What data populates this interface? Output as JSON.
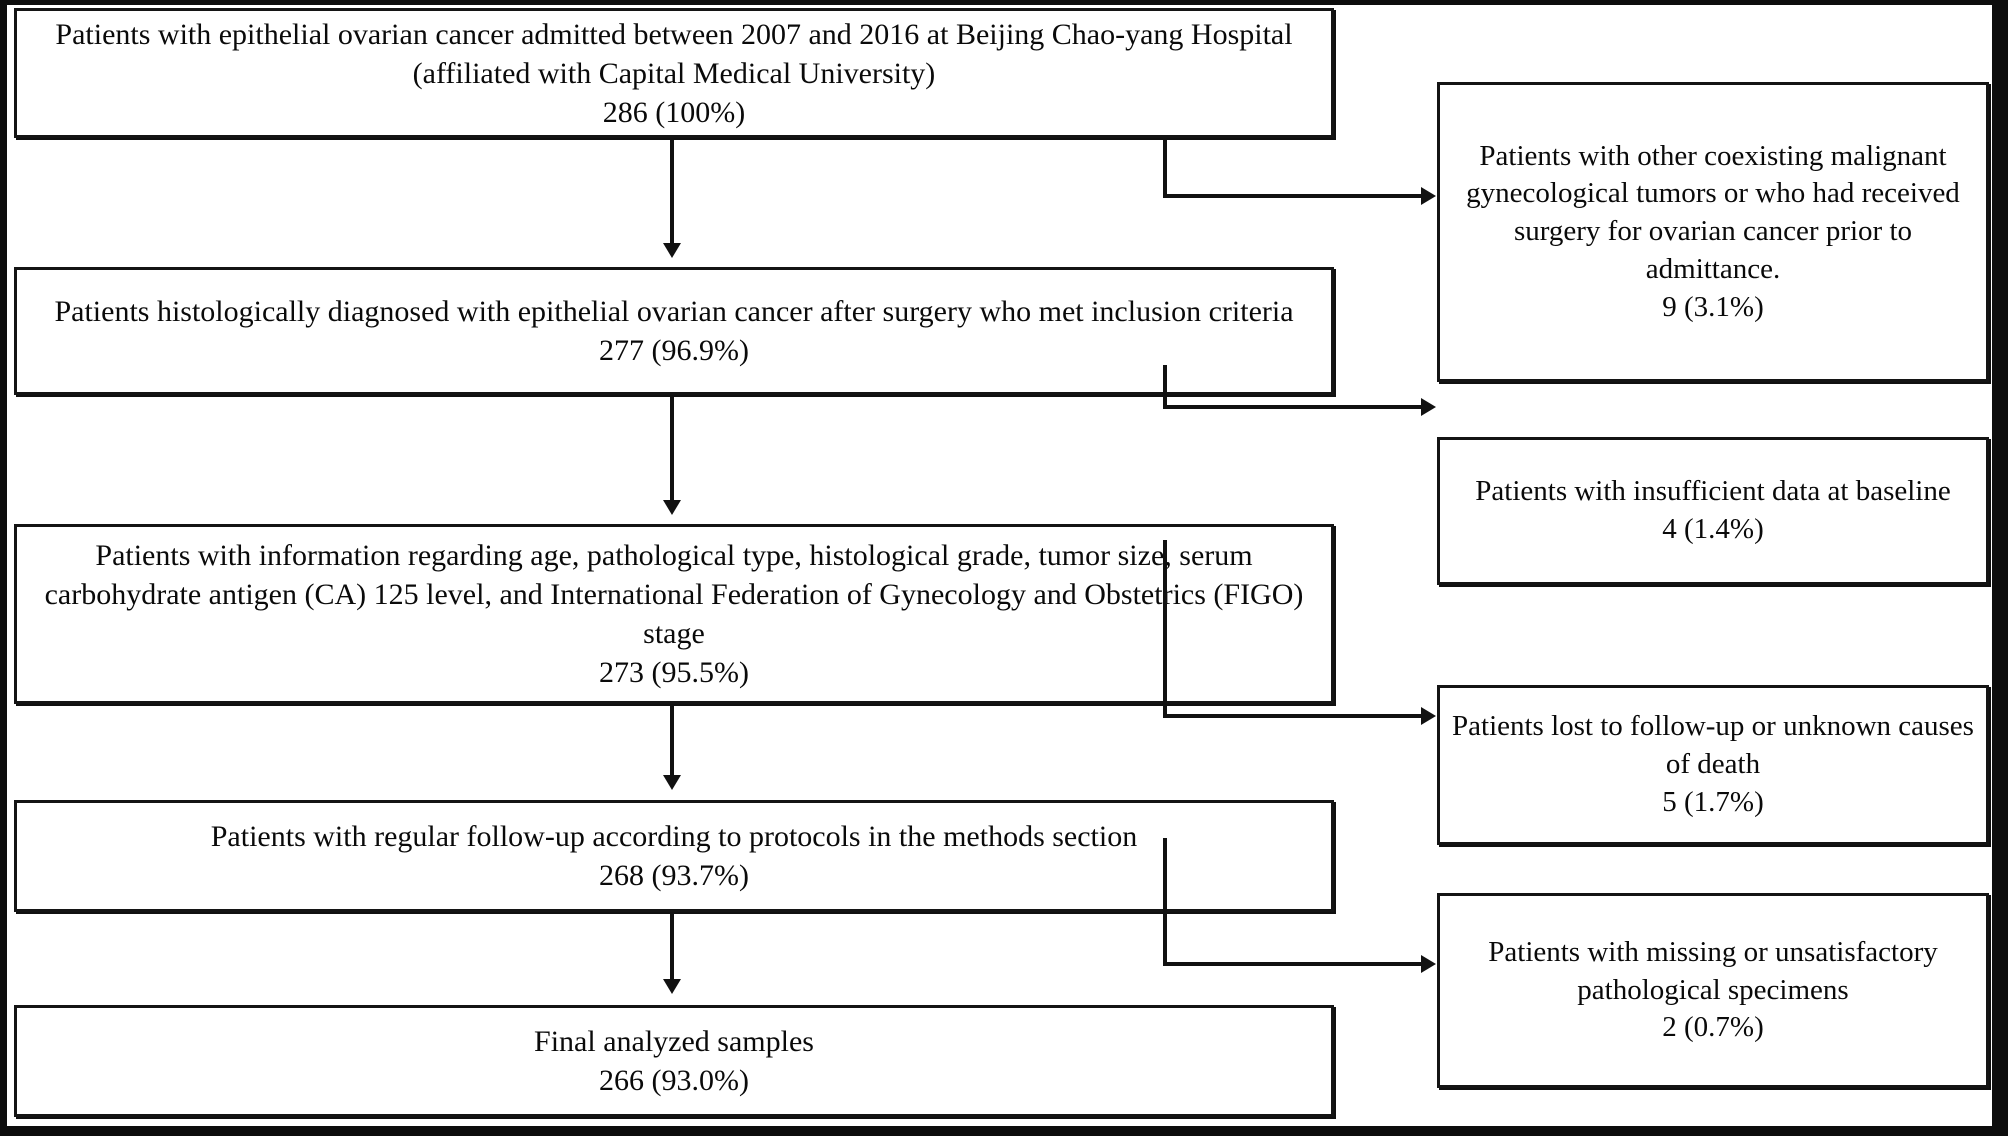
{
  "diagram": {
    "title": "Patient selection flow diagram for epithelial ovarian cancer cohort",
    "type": "flowchart",
    "accent_color": "#111111",
    "background_color": "#ffffff",
    "main_nodes": [
      {
        "id": "admitted",
        "text": "Patients with epithelial ovarian cancer admitted between 2007 and 2016 at Beijing Chao-yang Hospital (affiliated with Capital Medical University)",
        "count": "286 (100%)"
      },
      {
        "id": "histologically-diagnosed",
        "text": "Patients histologically diagnosed with epithelial ovarian cancer after surgery who met inclusion criteria",
        "count": "277 (96.9%)"
      },
      {
        "id": "with-information",
        "text": "Patients with information regarding age, pathological type, histological grade, tumor size, serum carbohydrate antigen (CA) 125 level, and International Federation of Gynecology and Obstetrics (FIGO) stage",
        "count": "273 (95.5%)"
      },
      {
        "id": "regular-follow-up",
        "text": "Patients with regular follow-up according to protocols in the methods section",
        "count": "268 (93.7%)"
      },
      {
        "id": "final-samples",
        "text": "Final analyzed samples",
        "count": "266 (93.0%)"
      }
    ],
    "exclusion_nodes": [
      {
        "id": "coexisting-malignancy",
        "text": "Patients with other coexisting malignant gynecological tumors or who had received surgery for ovarian cancer prior to admittance.",
        "count": "9 (3.1%)"
      },
      {
        "id": "insufficient-data",
        "text": "Patients with insufficient data at baseline",
        "count": "4 (1.4%)"
      },
      {
        "id": "lost-to-follow-up",
        "text": "Patients lost to follow-up or unknown causes of death",
        "count": "5 (1.7%)"
      },
      {
        "id": "missing-specimens",
        "text": "Patients with missing or unsatisfactory pathological specimens",
        "count": "2 (0.7%)"
      }
    ]
  }
}
